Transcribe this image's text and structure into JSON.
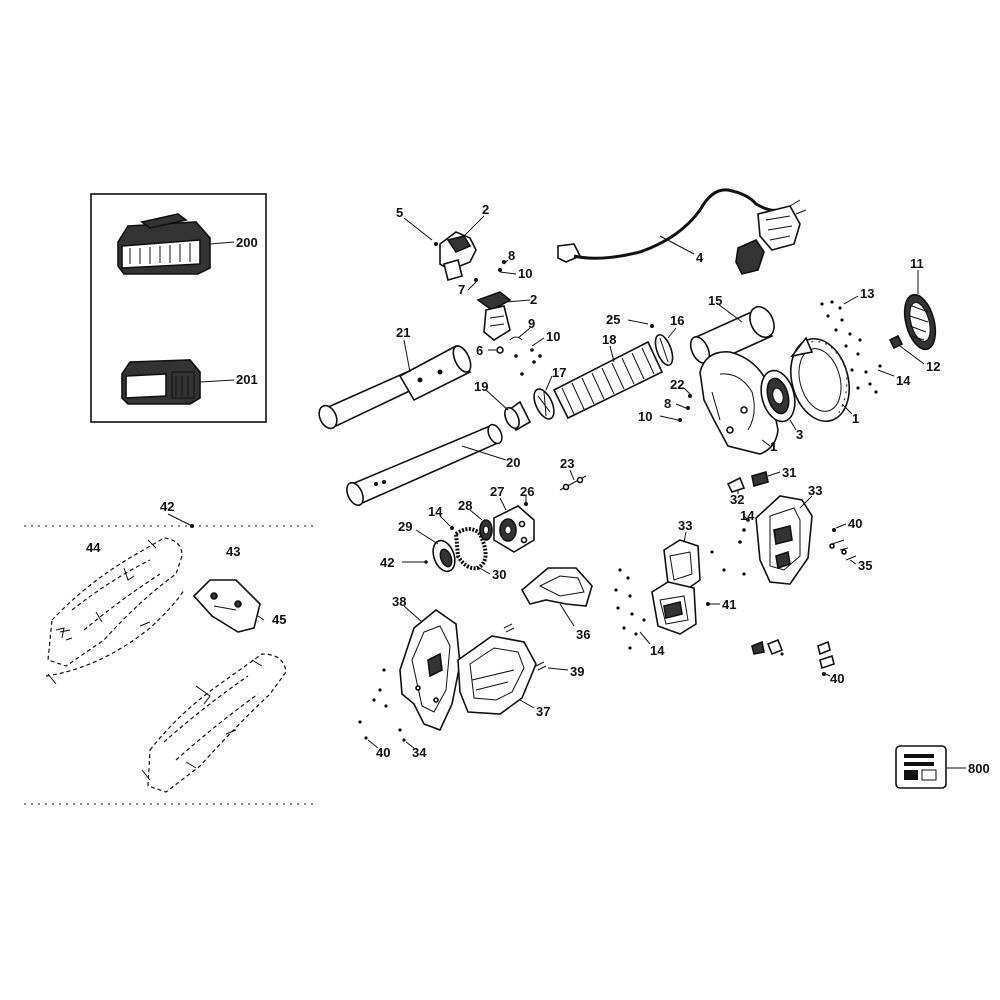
{
  "callouts": {
    "c200": "200",
    "c201": "201",
    "c5": "5",
    "c2a": "2",
    "c8a": "8",
    "c10a": "10",
    "c7": "7",
    "c2b": "2",
    "c9": "9",
    "c10b": "10",
    "c6": "6",
    "c4": "4",
    "c21": "21",
    "c19": "19",
    "c20": "20",
    "c18": "18",
    "c17": "17",
    "c25": "25",
    "c16": "16",
    "c15": "15",
    "c22": "22",
    "c8b": "8",
    "c10c": "10",
    "c1a": "1",
    "c3": "3",
    "c1b": "1",
    "c13": "13",
    "c11": "11",
    "c12": "12",
    "c14a": "14",
    "c23": "23",
    "c27": "27",
    "c28": "28",
    "c26": "26",
    "c14b": "14",
    "c29": "29",
    "c42a": "42",
    "c30": "30",
    "c31": "31",
    "c32": "32",
    "c33a": "33",
    "c33b": "33",
    "c14c": "14",
    "c40a": "40",
    "c35": "35",
    "c41": "41",
    "c36": "36",
    "c14d": "14",
    "c38": "38",
    "c39": "39",
    "c37": "37",
    "c40b": "40",
    "c34": "34",
    "c40c": "40",
    "c42b": "42",
    "c44": "44",
    "c43": "43",
    "c45": "45",
    "c800": "800"
  },
  "icons": [
    "charger",
    "battery-pack",
    "manual-book"
  ]
}
